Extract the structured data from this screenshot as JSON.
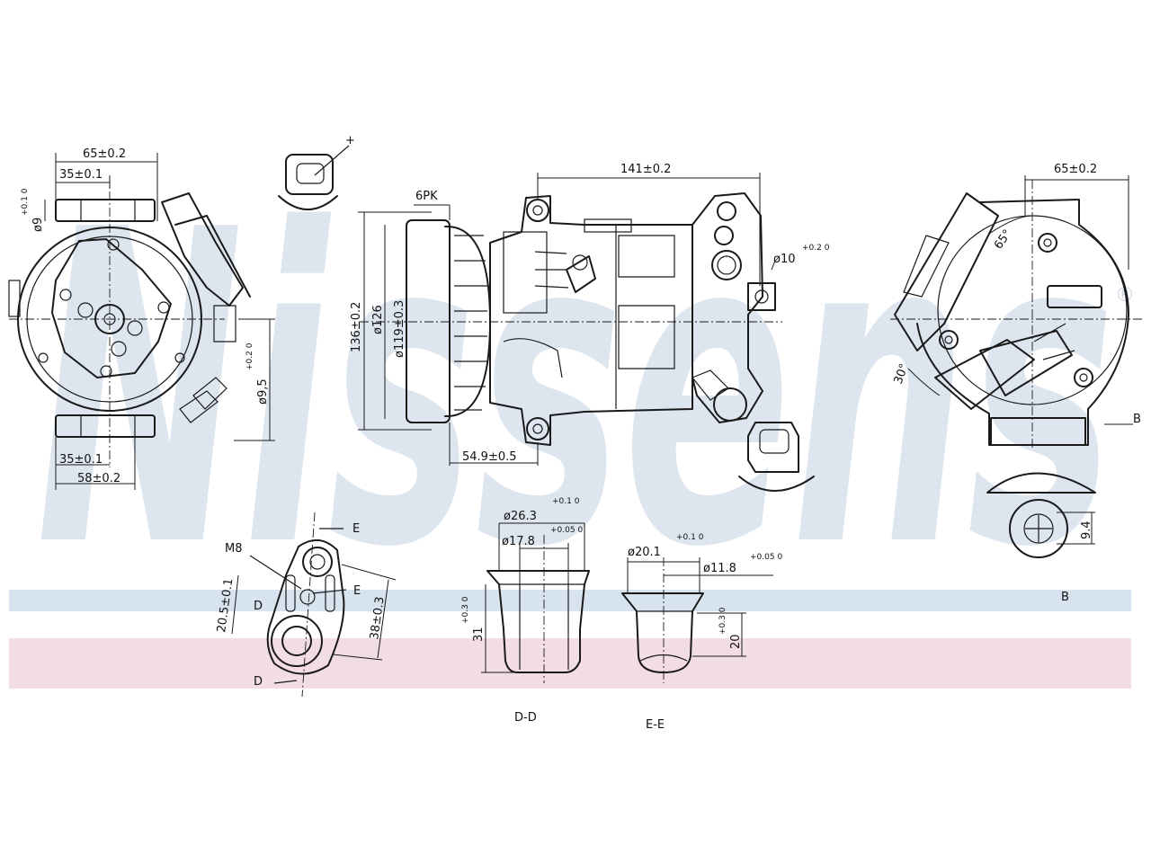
{
  "brand": {
    "watermark": "Nissens",
    "registered_mark": "®",
    "colors": {
      "watermark_blue": "#dde6ef",
      "band_blue": "#d7e3ee",
      "band_pink": "#f2dde2",
      "line": "#1a1a1a"
    }
  },
  "front_view": {
    "d_65": "65±0.2",
    "d_35_top": "35±0.1",
    "d_phi9_top": "ø9",
    "d_phi9_top_tol": "+0.1 0",
    "d_phi95": "ø9,5",
    "d_phi95_tol": "+0.2 0",
    "d_35_bottom": "35±0.1",
    "d_58": "58±0.2"
  },
  "connector_top": {
    "plus": "+"
  },
  "side_view": {
    "d_141": "141±0.2",
    "belt": "6PK",
    "d_136": "136±0.2",
    "d_126": "ø126",
    "d_119": "ø119±0.3",
    "d_549": "54.9±0.5",
    "d_phi10": "ø10",
    "d_phi10_tol": "+0.2 0"
  },
  "rear_view": {
    "d_65": "65±0.2",
    "angle_65": "65°",
    "angle_30": "30°",
    "b_marker": "B"
  },
  "detail_b": {
    "d_94": "9.4",
    "label": "B"
  },
  "flange": {
    "thread": "M8",
    "e_top": "E",
    "e_mid": "E",
    "d_marker": "D",
    "d_marker_2": "D",
    "d_205": "20.5±0.1",
    "d_38": "38±0.3"
  },
  "section_dd": {
    "d_263": "ø26.3",
    "d_263_tol": "+0.1 0",
    "d_178": "ø17.8",
    "d_178_tol": "+0.05 0",
    "d_31": "31",
    "d_31_tol": "+0.3 0",
    "label": "D-D"
  },
  "section_ee": {
    "d_201": "ø20.1",
    "d_201_tol": "+0.1 0",
    "d_118": "ø11.8",
    "d_118_tol": "+0.05 0",
    "d_20": "20",
    "d_20_tol": "+0.3 0",
    "label": "E-E"
  }
}
